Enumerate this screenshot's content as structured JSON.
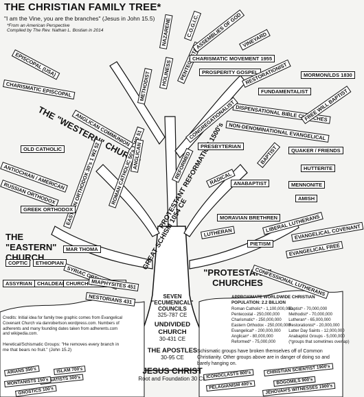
{
  "title": "THE CHRISTIAN FAMILY TREE*",
  "subtitle": "\"I am the Vine, you are the branches\" (Jesus in John 15.5)",
  "compiled": {
    "line1": "*From an American Perspective",
    "line2": "Compiled by The Rev. Nathan L. Bostian in 2014"
  },
  "groups": {
    "eastern": "THE \"EASTERN\" CHURCH",
    "western": "THE \"WESTERN\" CHURCH",
    "protestant": "\"PROTESTANT\" CHURCHES"
  },
  "trunk": {
    "councils_title": "SEVEN \"ECUMENICAL\" COUNCILS",
    "councils_date": "325-787 CE",
    "undivided_title": "UNDIVIDED CHURCH",
    "undivided_date": "30-431 CE",
    "apostles_title": "THE APOSTLES",
    "apostles_date": "30-95 CE",
    "jesus_title": "JESUS CHRIST",
    "jesus_date": "Root and Foundation 30 CE",
    "great_schism": "GREAT SCHISM 1054 CE",
    "protestant_reformation": "PROTESTANT REFORMATION 1500's",
    "roman_catholic": "ROMAN CATHOLIC 50's 1 W2 51",
    "eastern_orthodox": "EASTERN ORTHODOX 30's 1 W2 52"
  },
  "branches": {
    "episcopal": "EPISCOPAL (USA)",
    "charismatic_episcopal": "CHARISMATIC EPISCOPAL",
    "old_catholic": "OLD CATHOLIC",
    "antiochian": "ANTIOCHIAN / AMERICAN",
    "russian": "RUSSIAN ORTHODOX",
    "greek": "GREEK ORTHODOX",
    "coptic": "COPTIC",
    "ethiopian": "ETHIOPIAN",
    "syriac": "SYRIAC ORTHODOX",
    "assyrian": "ASSYRIAN",
    "chaldean": "CHALDEAN",
    "church_east": "CHURCH OF THE EAST",
    "nestorians": "NESTORIANS 431",
    "miaphysites": "MIAPHYSITES 451",
    "mar_thoma": "MAR THOMA",
    "anglican_communion": "ANGLICAN COMMUNION",
    "anglican": "ANGLICAN",
    "methodist": "METHODIST",
    "holiness": "HOLINESS",
    "pentecostal": "PENTECOSTAL",
    "nazarene": "NAZARENE",
    "cogic": "C.O.G.I.C.",
    "assemblies": "ASSEMBLIES OF GOD",
    "charismatic_movement": "CHARISMATIC MOVEMENT 1955",
    "prosperity": "PROSPERITY GOSPEL",
    "vineyard": "VINEYARD",
    "restorationist": "RESTORATIONIST",
    "fundamentalist": "FUNDAMENTALIST",
    "mormon": "MORMON/LDS 1830",
    "dispensational": "DISPENSATIONAL BIBLE CHURCHES",
    "nondenom": "NON-DENOMINATIONAL EVANGELICAL",
    "congregationalist": "CONGREGATIONALIST",
    "presbyterian": "PRESBYTERIAN",
    "reformed": "REFORMED",
    "baptist": "BAPTIST",
    "free_will_baptist": "FREE WILL BAPTIST",
    "quaker": "QUAKER / FRIENDS",
    "hutterite": "HUTTERITE",
    "mennonite": "MENNONITE",
    "amish": "AMISH",
    "anabaptist": "ANABAPTIST",
    "radical": "RADICAL",
    "moravian": "MORAVIAN BRETHREN",
    "lutheran": "LUTHERAN",
    "pietism": "PIETISM",
    "liberal_lutherans": "LIBERAL LUTHERANS",
    "confessional_lutherans": "CONFESSIONAL LUTHERANS",
    "evangelical_free": "EVANGELICAL FREE",
    "ecumenical_patriarchate": "EVANGELICAL COVENANT"
  },
  "population": {
    "header": "APPROXIMATE WORLDWIDE CHRISTIAN POPULATION: 2.2 BILLION",
    "rows": [
      [
        "Roman Catholic* - 1,100,000,000",
        "Baptist* - 70,000,000"
      ],
      [
        "Pentecostal - 250,000,000",
        "Methodist* - 70,000,000"
      ],
      [
        "Charismatic* - 250,000,000",
        "Lutheran* - 65,000,000"
      ],
      [
        "Eastern Orthodox - 250,000,000",
        "Restorationist* - 20,000,000"
      ],
      [
        "Evangelical* - 200,000,000",
        "Latter Day Saints - 12,000,000"
      ],
      [
        "Anglican* - 80,000,000",
        "Anabaptist Groups - 5,000,000"
      ],
      [
        "Reformed* - 75,000,000",
        "(*groups that sometimes overlap)"
      ]
    ]
  },
  "credits": "Credits: Initial idea for family tree graphic comes from Evangelical Covenant Church via danrobertson.wordpress.com. Numbers of adherents and many founding dates taken from adherents.com and wikipedia.com.",
  "heretical": "Heretical/Schismatic Groups: \"He removes every branch in me that bears no fruit.\" (John 15.2)",
  "schism_note": "Schismatic groups have broken themselves off of Common Christianity. Other groups above are in danger of doing so and barely hanging on.",
  "heretics_left": [
    {
      "label": "ARIANS 350's"
    },
    {
      "label": "ISLAM 700's"
    },
    {
      "label": "DONATISTS 300's"
    },
    {
      "label": "MONTANISTS 150's"
    },
    {
      "label": "GNOSTICS 100's"
    }
  ],
  "heretics_right": [
    {
      "label": "ICONOCLASTS 800's"
    },
    {
      "label": "PELAGIANISM 400's"
    },
    {
      "label": "CHRISTIAN SCIENTIST 1900's"
    },
    {
      "label": "BOGOMILS 900's"
    },
    {
      "label": "JEHOVAH'S WITNESSES 1900's"
    }
  ]
}
